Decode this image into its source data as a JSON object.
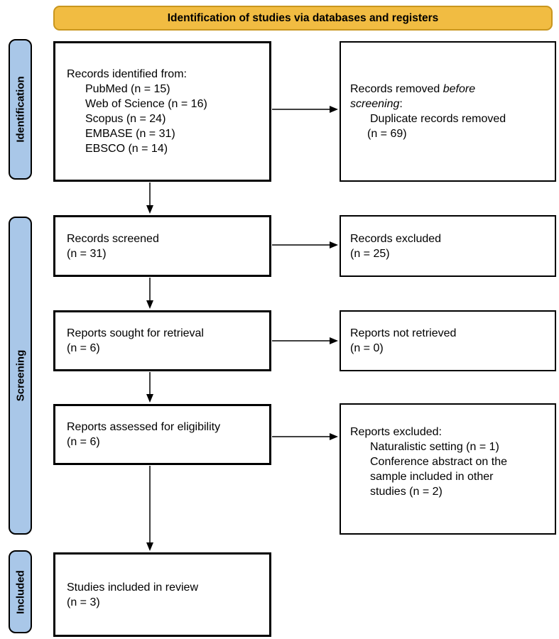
{
  "banner": {
    "title": "Identification of studies via databases and registers"
  },
  "stage_labels": {
    "identification": "Identification",
    "screening": "Screening",
    "included": "Included"
  },
  "left_column": {
    "records_identified": {
      "lines": [
        "Records identified from:",
        "PubMed (n = 15)",
        "Web of Science (n = 16)",
        "Scopus (n = 24)",
        "EMBASE (n = 31)",
        "EBSCO (n = 14)"
      ]
    },
    "records_screened": {
      "title": "Records screened",
      "count": "(n = 31)"
    },
    "reports_sought": {
      "title": "Reports sought for retrieval",
      "count": "(n = 6)"
    },
    "reports_assessed": {
      "title": "Reports assessed for eligibility",
      "count": "(n = 6)"
    },
    "studies_included": {
      "title": "Studies included in review",
      "count": "(n = 3)"
    }
  },
  "right_column": {
    "records_removed": {
      "prefix": "Records removed ",
      "italic_word_1": "before",
      "italic_word_2": "screening",
      "suffix": ":",
      "reason": "Duplicate records removed",
      "reason_count": "(n = 69)"
    },
    "records_excluded": {
      "title": "Records excluded",
      "count": "(n = 25)"
    },
    "reports_not_retrieved": {
      "title": "Reports not retrieved",
      "count": "(n = 0)"
    },
    "reports_excluded": {
      "header": "Reports excluded:",
      "reason_lines": [
        "Naturalistic setting (n = 1)",
        "Conference abstract on the",
        "sample included in other",
        "studies (n = 2)"
      ]
    }
  },
  "colors": {
    "banner_bg": "#F1BC42",
    "banner_border": "#C9961E",
    "stage_label_bg": "#A9C7E8",
    "box_border": "#000000",
    "arrow": "#000000"
  }
}
